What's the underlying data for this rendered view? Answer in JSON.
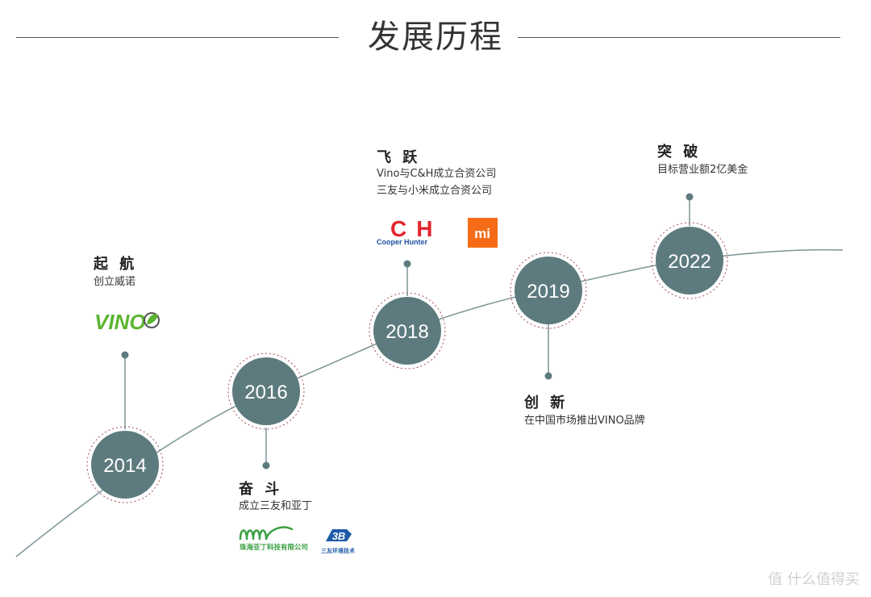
{
  "title": "发展历程",
  "milestones": [
    {
      "year": "2014",
      "heading": "起 航",
      "desc": [
        "创立威诺"
      ]
    },
    {
      "year": "2016",
      "heading": "奋 斗",
      "desc": [
        "成立三友和亚丁"
      ]
    },
    {
      "year": "2018",
      "heading": "飞 跃",
      "desc": [
        "Vino与C&H成立合资公司",
        "三友与小米成立合资公司"
      ]
    },
    {
      "year": "2019",
      "heading": "创 新",
      "desc": [
        "在中国市场推出VINO品牌"
      ]
    },
    {
      "year": "2022",
      "heading": "突 破",
      "desc": [
        "目标营业额2亿美金"
      ]
    }
  ],
  "logos": {
    "vino": "VINO",
    "ch_main": "CH",
    "ch_sub": "Cooper Hunter",
    "mi": "mi",
    "yading_cn": "珠海亚丁科技有限公司",
    "sanyou_cn": "三友环境技术"
  },
  "watermark": "值 什么值得买",
  "colors": {
    "circle": "#5d7b7f",
    "stem": "#7c9497",
    "curve": "#7c9497",
    "dashed_ring": "#a04a5a",
    "vino_green": "#5cb531",
    "ch_red": "#e3262e",
    "ch_blue": "#1e4fa1",
    "mi_orange": "#f56b17",
    "yading_green": "#3aa043",
    "sanyou_blue": "#1e5aa8"
  }
}
